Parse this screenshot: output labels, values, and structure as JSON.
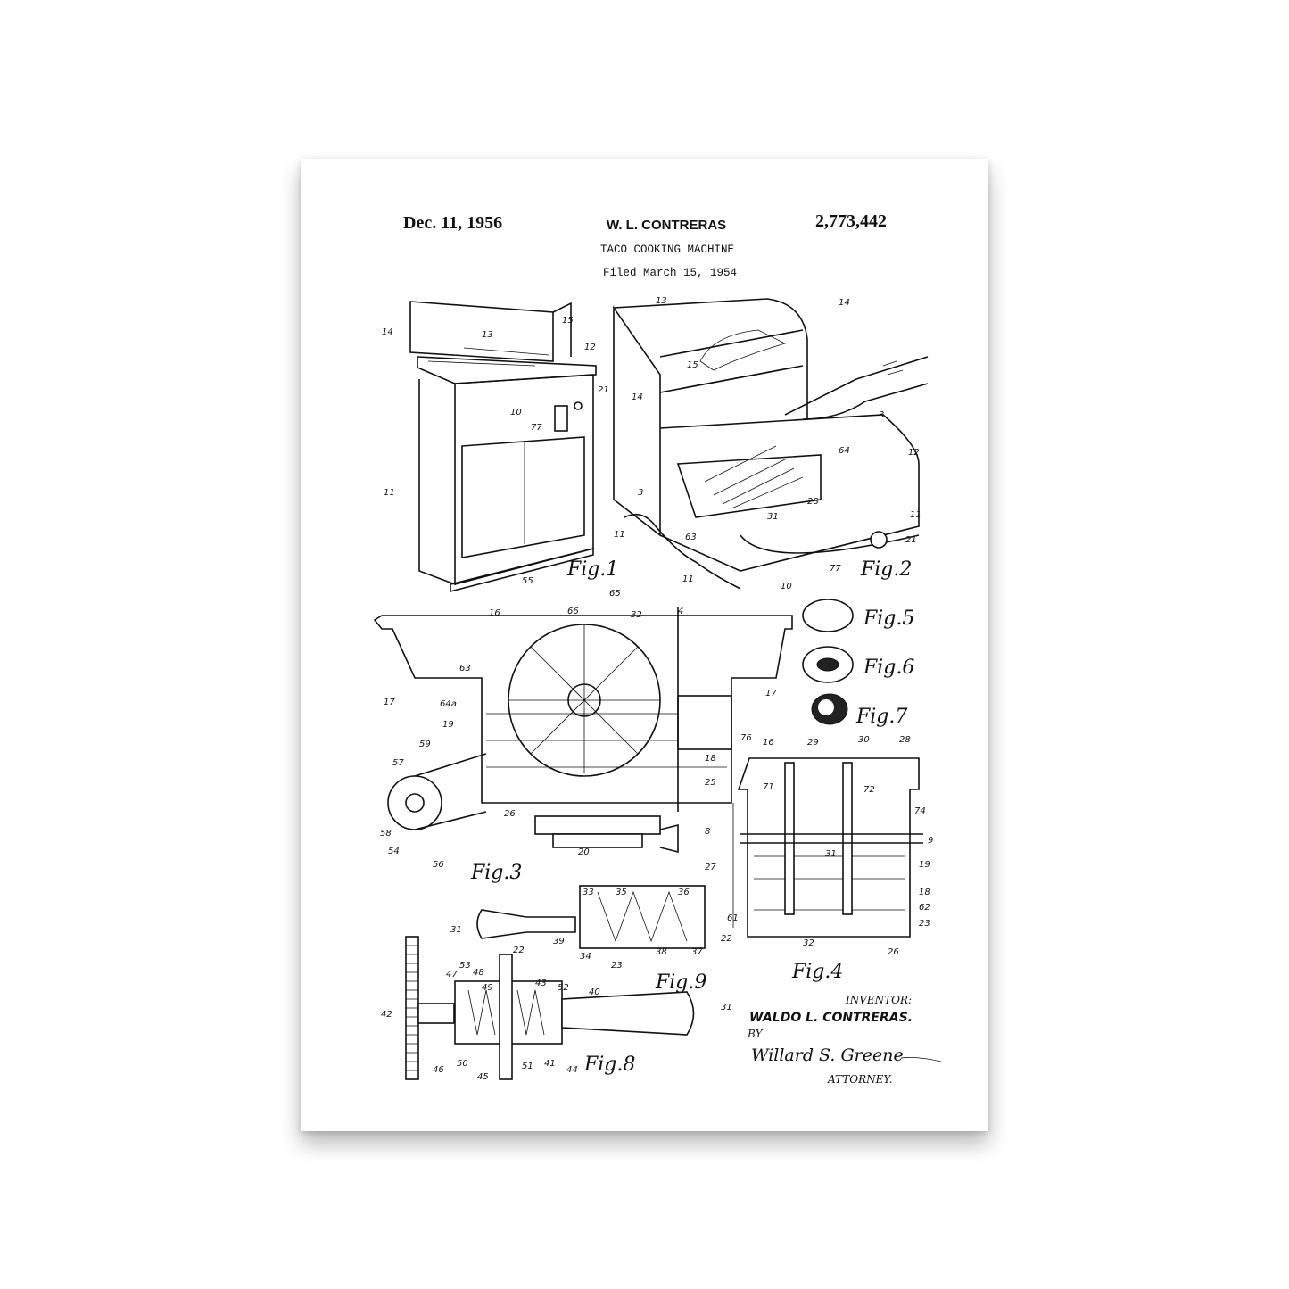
{
  "header": {
    "date": "Dec. 11, 1956",
    "inventor_short": "W. L. CONTRERAS",
    "patent_number": "2,773,442",
    "title": "TACO COOKING MACHINE",
    "filed": "Filed March 15, 1954"
  },
  "figures": {
    "fig1": "Fig.1",
    "fig2": "Fig.2",
    "fig3": "Fig.3",
    "fig4": "Fig.4",
    "fig5": "Fig.5",
    "fig6": "Fig.6",
    "fig7": "Fig.7",
    "fig8": "Fig.8",
    "fig9": "Fig.9"
  },
  "signature_block": {
    "inventor_label": "INVENTOR:",
    "inventor_name": "WALDO L. CONTRERAS.",
    "by": "BY",
    "attorney_signature": "Willard S. Greene",
    "attorney_label": "ATTORNEY."
  },
  "colors": {
    "ink": "#111111",
    "paper": "#ffffff"
  }
}
